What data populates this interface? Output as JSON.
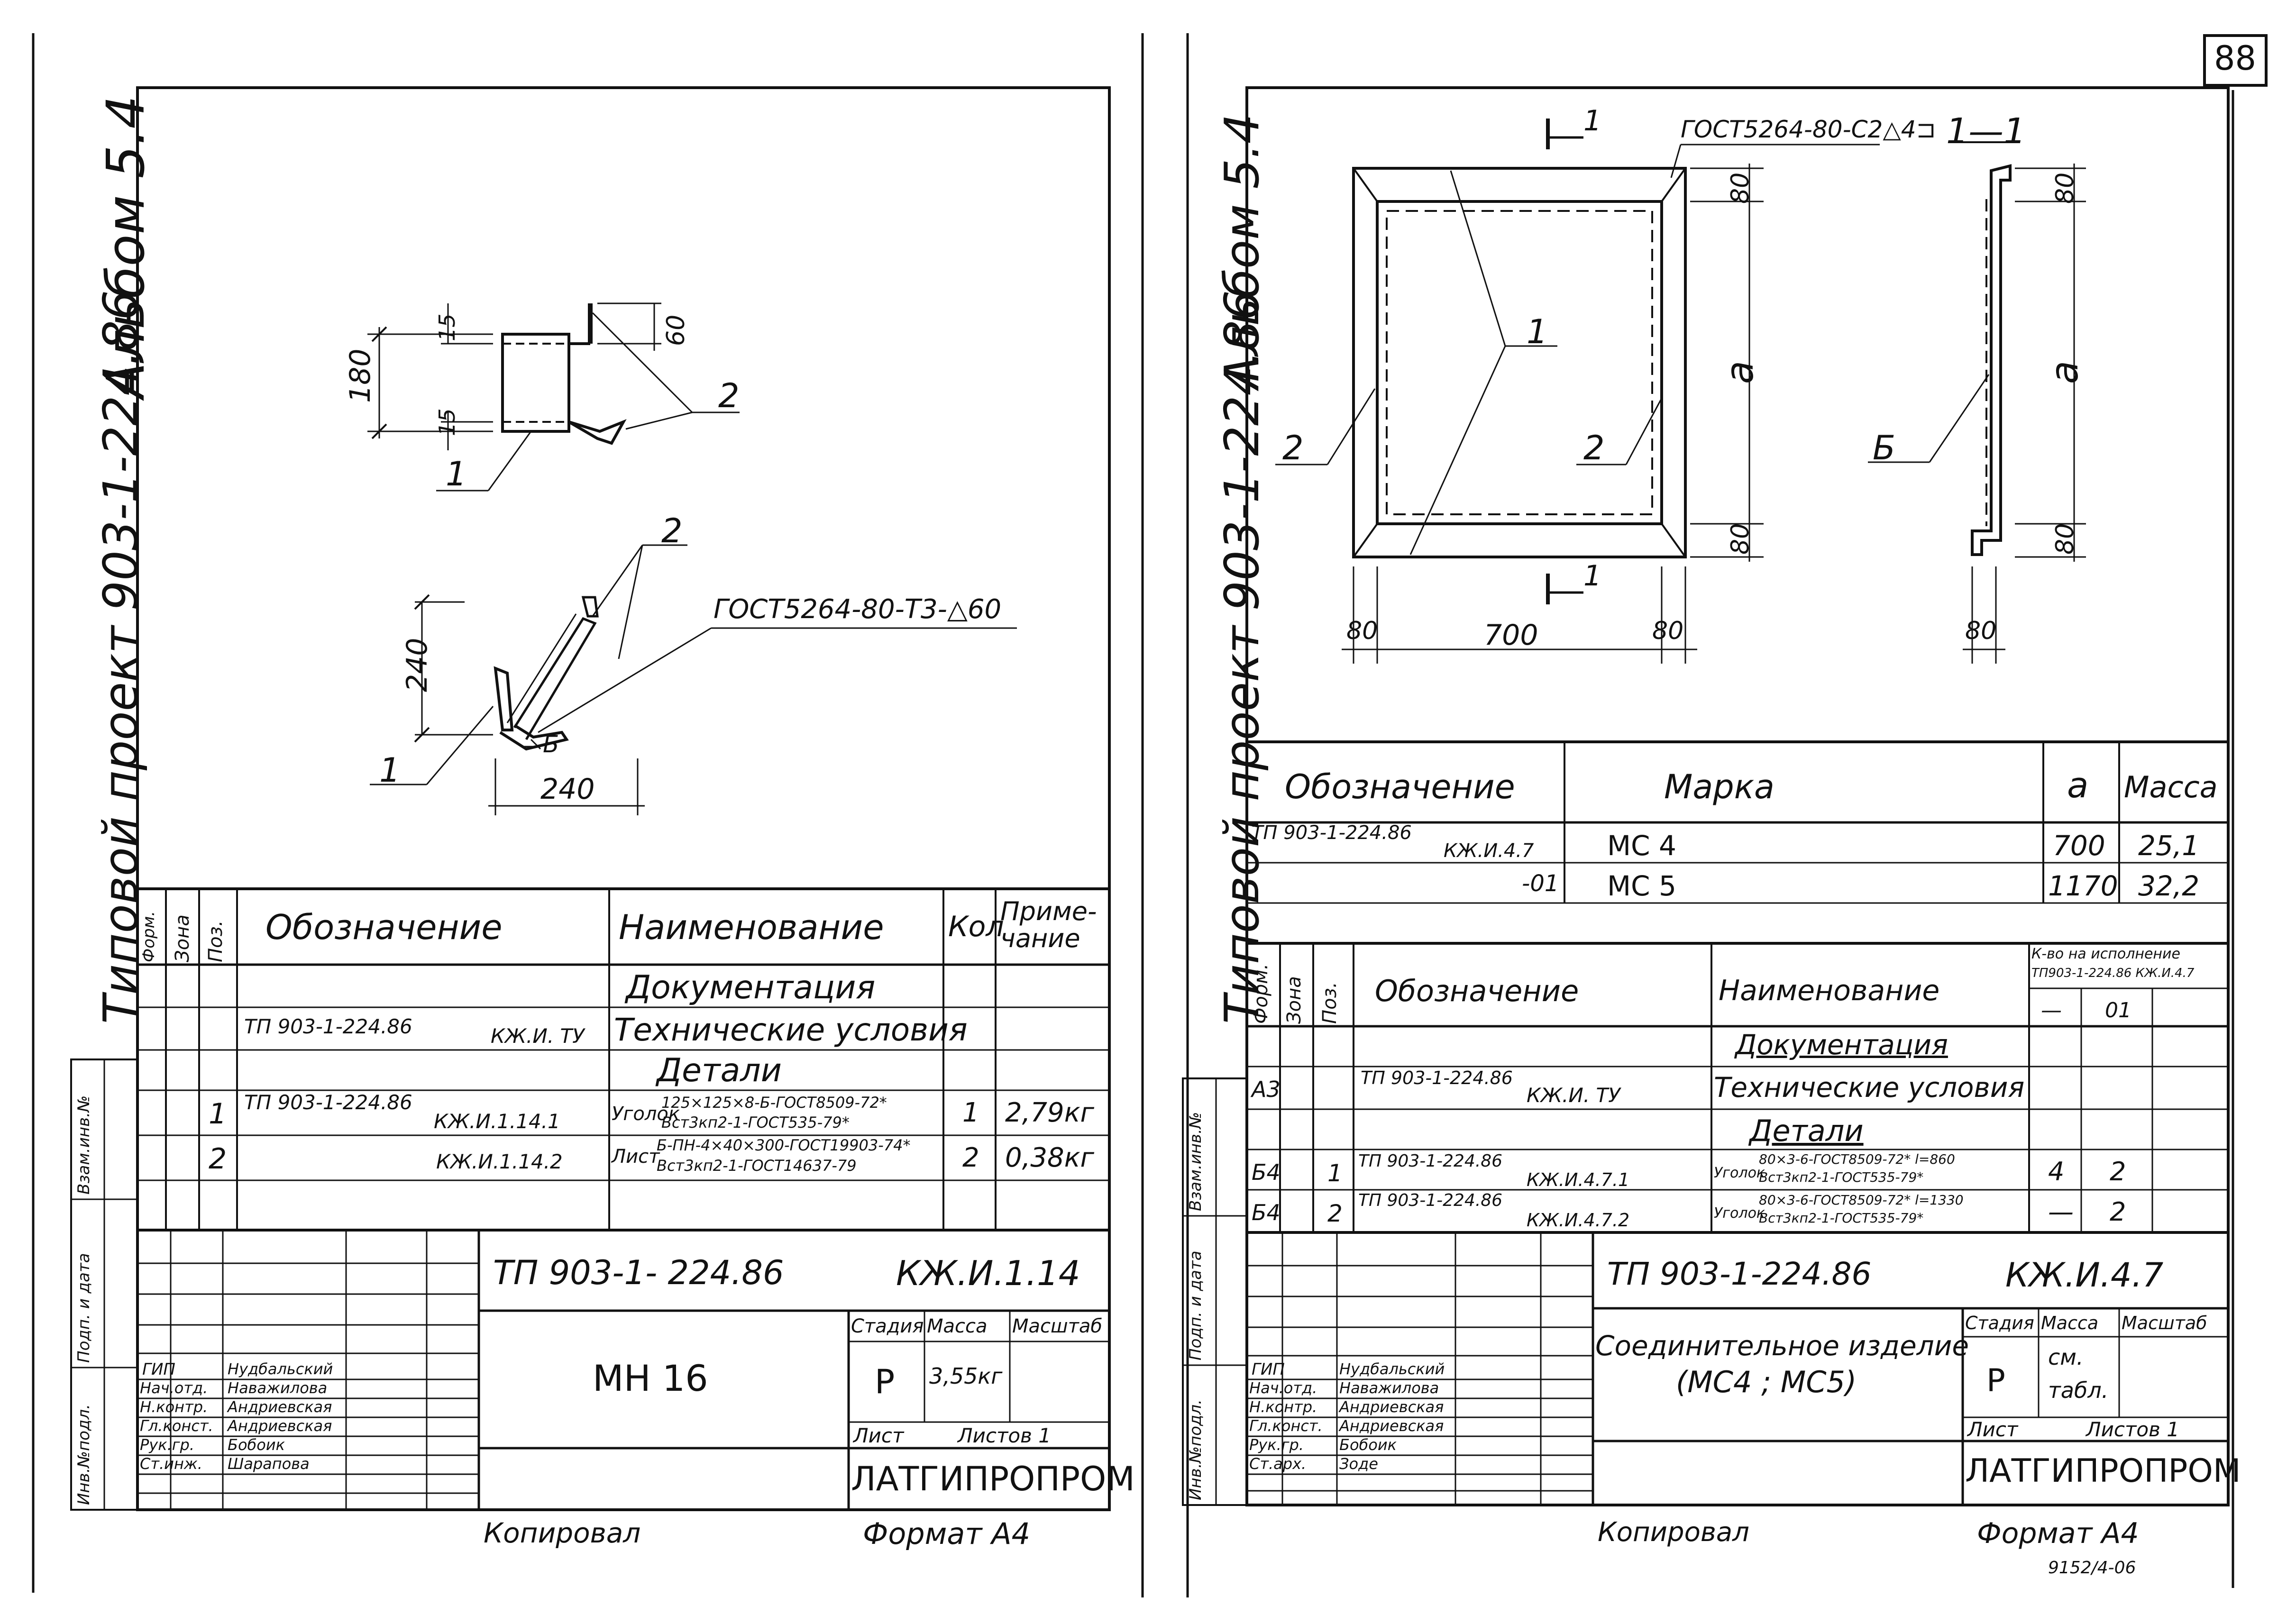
{
  "page_number": "88",
  "left_sheet": {
    "album": "Альбом 5.4",
    "project": "Типовой проект 903-1-224.86",
    "stamp_cols": [
      "Инв.№подл.",
      "Подп. и дата",
      "Взам.инв.№"
    ],
    "drawing": {
      "dims": [
        "180",
        "15",
        "15",
        "60",
        "240",
        "240"
      ],
      "pos_labels": [
        "1",
        "2",
        "2",
        "1"
      ],
      "weld_note": "ГОСТ5264-80-Т3-△60",
      "weld_symbol": "Б"
    },
    "spec": {
      "headers": [
        "Форм.",
        "Зона",
        "Поз.",
        "Обозначение",
        "Наименование",
        "Кол",
        "Приме-чание"
      ],
      "section_docs": "Документация",
      "doc_row": {
        "designation_a": "ТП 903-1-224.86",
        "designation_b": "КЖ.И. ТУ",
        "name": "Технические условия"
      },
      "section_parts": "Детали",
      "rows": [
        {
          "pos": "1",
          "designation_a": "ТП 903-1-224.86",
          "designation_b": "КЖ.И.1.14.1",
          "name_label": "Уголок",
          "name_top": "125×125×8-Б-ГОСТ8509-72*",
          "name_bottom": "Вст3кп2-1-ГОСТ535-79*",
          "qty": "1",
          "note": "2,79кг"
        },
        {
          "pos": "2",
          "designation_a": "",
          "designation_b": "КЖ.И.1.14.2",
          "name_label": "Лист",
          "name_top": "Б-ПН-4×40×300-ГОСТ19903-74*",
          "name_bottom": "Вст3кп2-1-ГОСТ14637-79",
          "qty": "2",
          "note": "0,38кг"
        }
      ]
    },
    "title_block": {
      "doc_code": "ТП 903-1- 224.86",
      "sheet_code": "КЖ.И.1.14",
      "item_name": "МН 16",
      "stage_label": "Стадия",
      "mass_label": "Масса",
      "scale_label": "Масштаб",
      "stage": "Р",
      "mass": "3,55кг",
      "sheet_label": "Лист",
      "sheets_label": "Листов 1",
      "company": "ЛАТГИПРОПРОМ",
      "staff": [
        {
          "role": "ГИП",
          "name": "Нудбальский"
        },
        {
          "role": "Нач.отд.",
          "name": "Наважилова"
        },
        {
          "role": "Н.контр.",
          "name": "Андриевская"
        },
        {
          "role": "Гл.конст.",
          "name": "Андриевская"
        },
        {
          "role": "Рук.гр.",
          "name": "Бобоик"
        },
        {
          "role": "Ст.инж.",
          "name": "Шарапова"
        }
      ]
    },
    "copied": "Копировал",
    "format": "Формат А4"
  },
  "right_sheet": {
    "album": "Альбом 5.4",
    "project": "Типовой проект 903-1-224.86",
    "stamp_cols": [
      "Инв.№подл.",
      "Подп. и дата",
      "Взам.инв.№"
    ],
    "drawing": {
      "section_mark": "1",
      "weld_note": "ГОСТ5264-80-С2△4⊐",
      "section_title": "1—1",
      "dims_vertical": [
        "80",
        "а",
        "80",
        "80",
        "а",
        "80"
      ],
      "dims_horizontal": [
        "80",
        "700",
        "80",
        "80"
      ],
      "pos_labels": [
        "1",
        "2",
        "2",
        "Б"
      ]
    },
    "marks_table": {
      "headers": [
        "Обозначение",
        "Марка",
        "а",
        "Масса"
      ],
      "rows": [
        {
          "designation_a": "ТП 903-1-224.86",
          "designation_b": "КЖ.И.4.7",
          "mark": "МС 4",
          "a": "700",
          "mass": "25,1"
        },
        {
          "designation_a": "",
          "designation_b": "-01",
          "mark": "МС 5",
          "a": "1170",
          "mass": "32,2"
        }
      ]
    },
    "spec": {
      "headers": [
        "Форм.",
        "Зона",
        "Поз.",
        "Обозначение",
        "Наименование"
      ],
      "qty_header": "К-во на исполнение",
      "qty_sub": "ТП903-1-224.86 КЖ.И.4.7",
      "qty_cols": [
        "—",
        "01"
      ],
      "section_docs": "Документация",
      "doc_row": {
        "format": "А3",
        "designation_a": "ТП 903-1-224.86",
        "designation_b": "КЖ.И. ТУ",
        "name": "Технические условия"
      },
      "section_parts": "Детали",
      "rows": [
        {
          "format": "Б4",
          "pos": "1",
          "designation_a": "ТП 903-1-224.86",
          "designation_b": "КЖ.И.4.7.1",
          "name_label": "Уголок",
          "name_top": "80×3-6-ГОСТ8509-72* l=860",
          "name_bottom": "Вст3кп2-1-ГОСТ535-79*",
          "q1": "4",
          "q2": "2"
        },
        {
          "format": "Б4",
          "pos": "2",
          "designation_a": "ТП 903-1-224.86",
          "designation_b": "КЖ.И.4.7.2",
          "name_label": "Уголок",
          "name_top": "80×3-6-ГОСТ8509-72* l=1330",
          "name_bottom": "Вст3кп2-1-ГОСТ535-79*",
          "q1": "—",
          "q2": "2"
        }
      ]
    },
    "title_block": {
      "doc_code": "ТП 903-1-224.86",
      "sheet_code": "КЖ.И.4.7",
      "item_name_1": "Соединительное изделие",
      "item_name_2": "(МС4 ; МС5)",
      "stage_label": "Стадия",
      "mass_label": "Масса",
      "scale_label": "Масштаб",
      "stage": "Р",
      "mass_1": "см.",
      "mass_2": "табл.",
      "sheet_label": "Лист",
      "sheets_label": "Листов 1",
      "company": "ЛАТГИПРОПРОМ",
      "staff": [
        {
          "role": "ГИП",
          "name": "Нудбальский"
        },
        {
          "role": "Нач.отд.",
          "name": "Наважилова"
        },
        {
          "role": "Н.контр.",
          "name": "Андриевская"
        },
        {
          "role": "Гл.конст.",
          "name": "Андриевская"
        },
        {
          "role": "Рук.гр.",
          "name": "Бобоик"
        },
        {
          "role": "Ст.арх.",
          "name": "Зоде"
        }
      ]
    },
    "copied": "Копировал",
    "format": "Формат А4",
    "footer_code": "9152/4-06"
  }
}
